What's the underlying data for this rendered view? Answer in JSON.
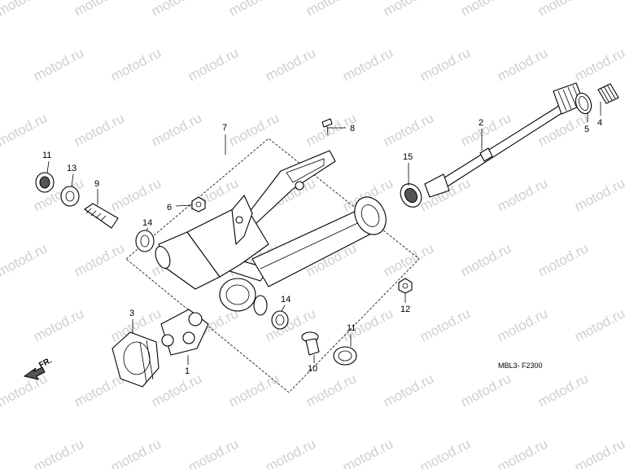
{
  "watermark": "motod.ru",
  "diagram_code": "MBL3- F2300",
  "direction_label": "FR.",
  "callouts": {
    "c1": "1",
    "c2": "2",
    "c3": "3",
    "c4": "4",
    "c5": "5",
    "c6": "6",
    "c7": "7",
    "c8": "8",
    "c9": "9",
    "c10": "10",
    "c11a": "11",
    "c11b": "11",
    "c12": "12",
    "c13": "13",
    "c14a": "14",
    "c14b": "14",
    "c15": "15"
  }
}
